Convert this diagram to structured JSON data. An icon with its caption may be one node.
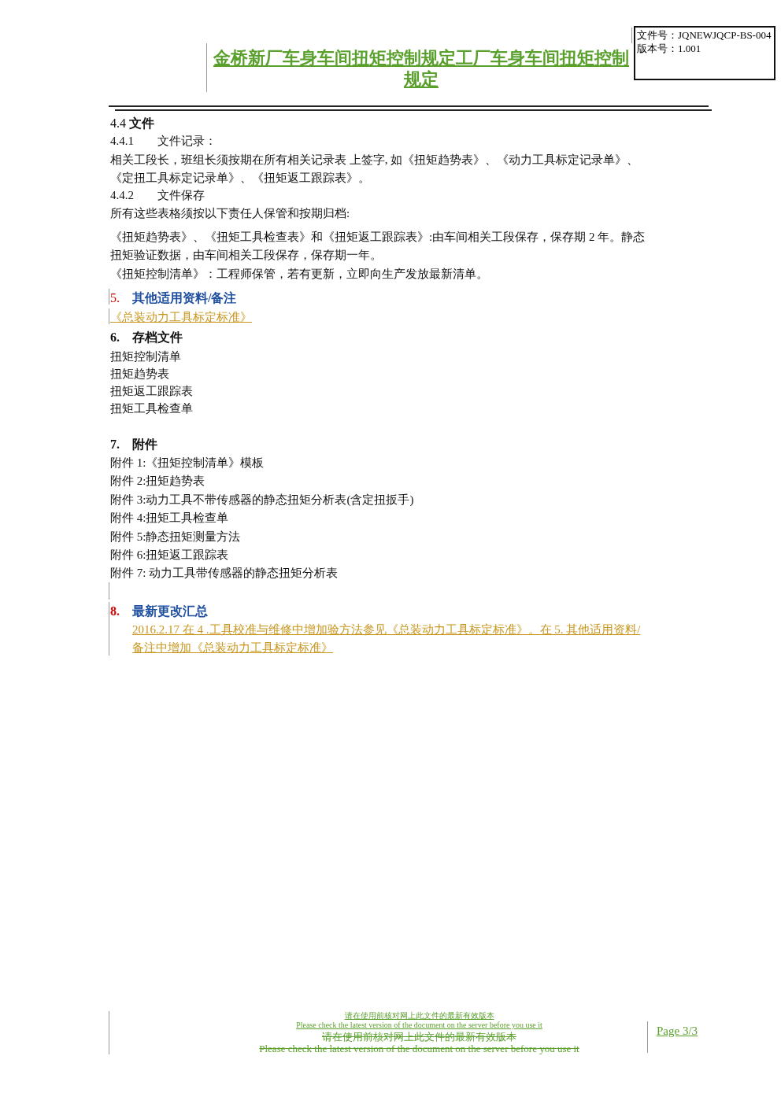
{
  "diagram": {
    "title": "金桥新厂车身车间扭矩控制规定工厂车身车间扭矩控制规定",
    "nodes": [
      {
        "text": [
          "文件号：JQNEWJQCP-BS-004",
          "版本号：1.001"
        ]
      }
    ],
    "labels": [
      "4.4 **文件**",
      "4.4.1　　文件记录：",
      "相关工段长，班组长须按期在所有相关记录表  上签字, 如《扭矩趋势表》、《动力工具标定记录单》、《定扭工具标定记录单》、《扭矩返工跟踪表》。",
      "4.4.2　　文件保存",
      "所有这些表格须按以下责任人保管和按期归档:",
      "《扭矩趋势表》、《扭矩工具检查表》和《扭矩返工跟踪表》:由车间相关工段保存，保存期 2 年。静态扭矩验证数据，由车间相关工段保存，保存期一年。",
      "《扭矩控制清单》：工程师保管，若有更新，立即向生产发放最新清单。",
      "5.",
      "其他适用资料/备注",
      "《总装动力工具标定标准》",
      "6.",
      "存档文件",
      "扭矩控制清单",
      "扭矩趋势表",
      "扭矩返工跟踪表",
      "扭矩工具检查单",
      "7.",
      "附件",
      "附件 1:《扭矩控制清单》模板",
      "附件 2:扭矩趋势表",
      "附件 3:动力工具不带传感器的静态扭矩分析表(含定扭扳手)",
      "附件 4:扭矩工具检查单",
      "附件 5:静态扭矩测量方法",
      "附件 6:扭矩返工跟踪表",
      "附件 7: 动力工具带传感器的静态扭矩分析表",
      "8.",
      "最新更改汇总",
      "2016.2.17 在 4 .工具校准与维修中增加验方法参见《总装动力工具标定标准》。在 5. 其他适用资料/备注中增加《总装动力工具标定标准》",
      "请在使用前核对网上此文件的最新有效版本",
      "Please check the latest version of the document on the server before you use it",
      "请在使用前核对网上此文件的最新有效版本",
      "Please check the latest version of the document on the server before you use it",
      "Page 3/3"
    ]
  }
}
